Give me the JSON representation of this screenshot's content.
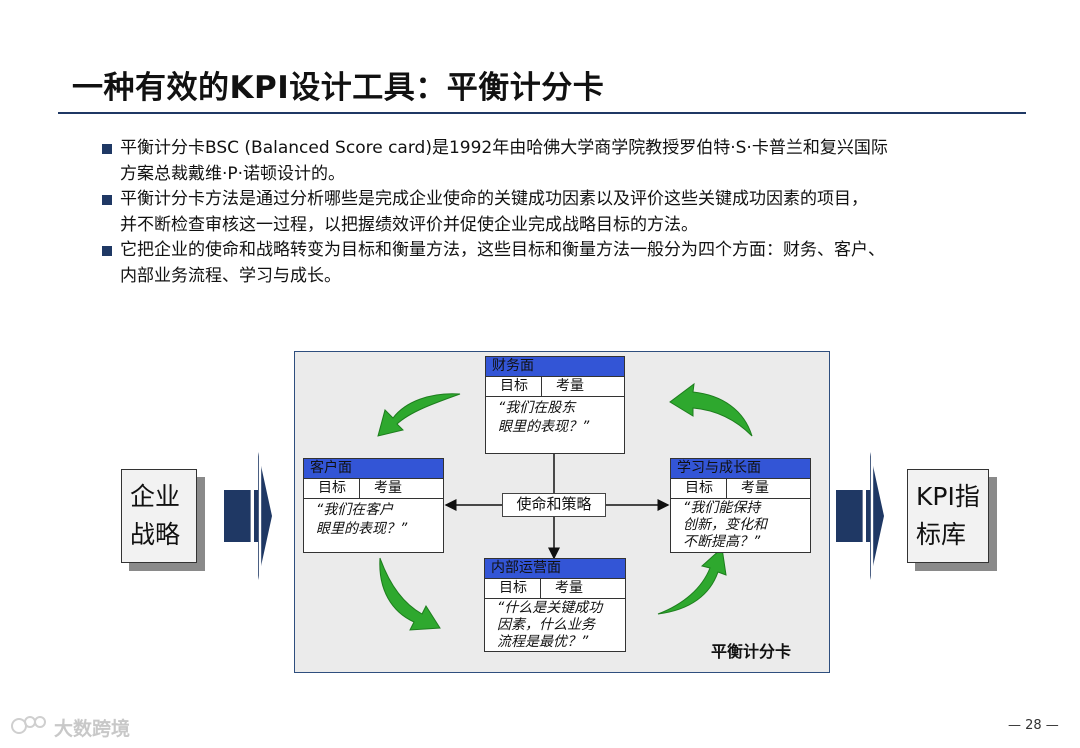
{
  "title": "一种有效的KPI设计工具：平衡计分卡",
  "bullets": [
    {
      "line1": "平衡计分卡BSC (Balanced Score card)是1992年由哈佛大学商学院教授罗伯特·S·卡普兰和复兴国际",
      "line2": "方案总裁戴维·P·诺顿设计的。"
    },
    {
      "line1": "平衡计分卡方法是通过分析哪些是完成企业使命的关键成功因素以及评价这些关键成功因素的项目，",
      "line2": "并不断检查审核这一过程，以把握绩效评价并促使企业完成战略目标的方法。"
    },
    {
      "line1": "它把企业的使命和战略转变为目标和衡量方法，这些目标和衡量方法一般分为四个方面：财务、客户、",
      "line2": "内部业务流程、学习与成长。"
    }
  ],
  "diagram": {
    "left_box": {
      "line1": "企业",
      "line2": "战略"
    },
    "right_box": {
      "line1": "KPI指",
      "line2": "标库"
    },
    "center": "使命和策略",
    "label": "平衡计分卡",
    "col_target": "目标",
    "col_measure": "考量",
    "perspectives": {
      "finance": {
        "header": "财务面",
        "q1": "“我们在股东",
        "q2": "眼里的表现？”"
      },
      "customer": {
        "header": "客户面",
        "q1": "“我们在客户",
        "q2": "眼里的表现？”"
      },
      "learning": {
        "header": "学习与成长面",
        "q1": "“我们能保持",
        "q2": "创新，变化和",
        "q3": "不断提高？”"
      },
      "internal": {
        "header": "内部运营面",
        "q1": "“什么是关键成功",
        "q2": "因素，什么业务",
        "q3": "流程是最优？”"
      }
    },
    "colors": {
      "header_blue": "#3355d6",
      "arrow_green": "#2ea82e",
      "navy": "#1f3864",
      "panel": "#ebebeb"
    }
  },
  "watermark": "大数跨境",
  "page_number": "— 28 —"
}
